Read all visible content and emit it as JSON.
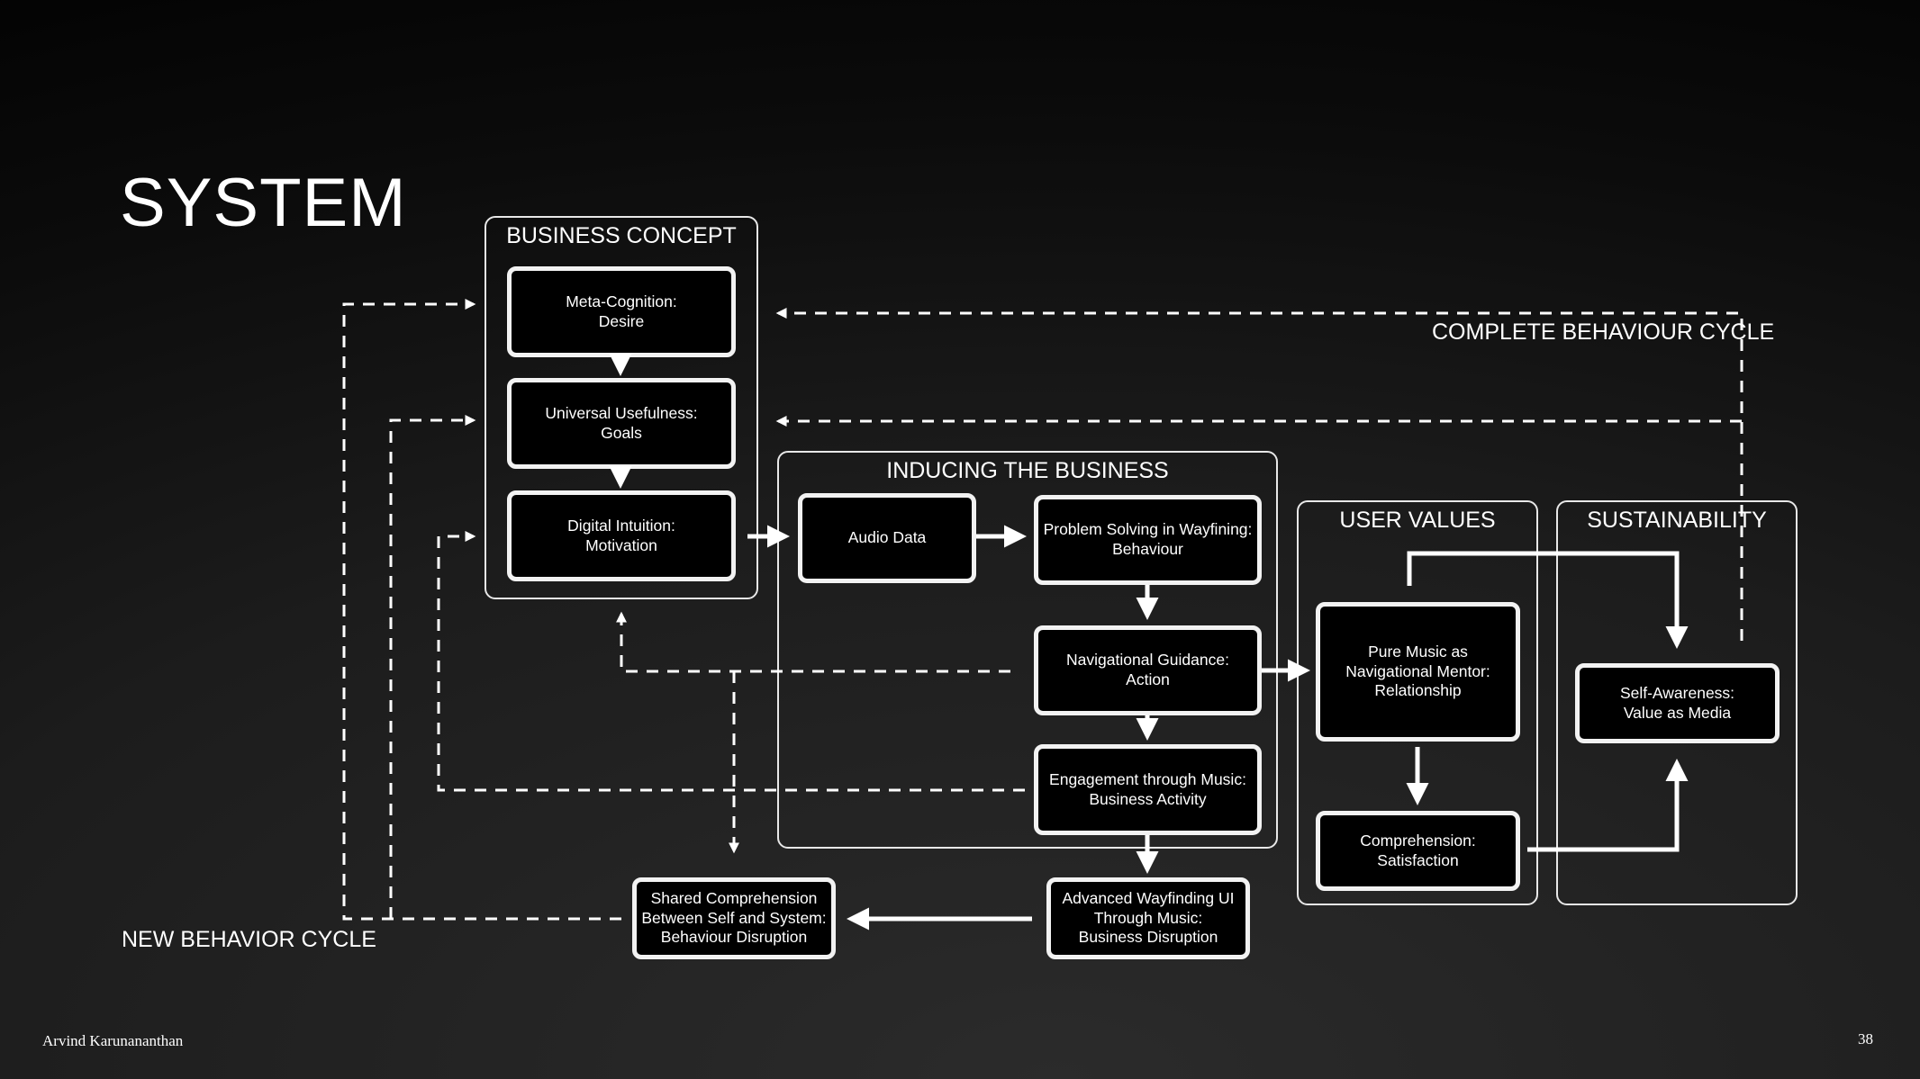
{
  "page": {
    "title": "SYSTEM",
    "author": "Arvind Karunananthan",
    "page_number": "38"
  },
  "groups": {
    "business_concept": "BUSINESS CONCEPT",
    "inducing_business": "INDUCING THE BUSINESS",
    "user_values": "USER VALUES",
    "sustainability": "SUSTAINABILITY"
  },
  "nodes": {
    "meta_cognition": "Meta-Cognition:\nDesire",
    "universal_usefulness": "Universal Usefulness:\nGoals",
    "digital_intuition": "Digital Intuition:\nMotivation",
    "audio_data": "Audio Data",
    "problem_solving": "Problem Solving in Wayfining:\nBehaviour",
    "navigational_guidance": "Navigational Guidance:\nAction",
    "engagement": "Engagement through Music:\nBusiness Activity",
    "advanced_wayfinding": "Advanced Wayfinding UI\nThrough Music:\nBusiness Disruption",
    "shared_comprehension": "Shared Comprehension\nBetween Self and System:\nBehaviour Disruption",
    "pure_music": "Pure Music as\nNavigational Mentor:\nRelationship",
    "comprehension": "Comprehension:\nSatisfaction",
    "self_awareness": "Self-Awareness:\nValue as Media"
  },
  "cycle_labels": {
    "complete": "COMPLETE BEHAVIOUR CYCLE",
    "new": "NEW BEHAVIOR CYCLE"
  },
  "colors": {
    "background": "#000000",
    "foreground": "#ffffff"
  }
}
